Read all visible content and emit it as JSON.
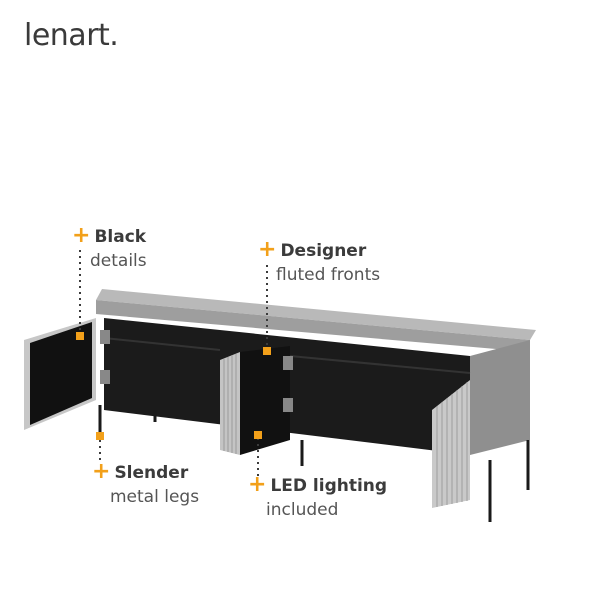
{
  "brand": {
    "name": "lenart",
    "suffix": "."
  },
  "accent_color": "#f2a01a",
  "callouts": [
    {
      "plus": "+",
      "title": "Black",
      "subtitle": "details"
    },
    {
      "plus": "+",
      "title": "Designer",
      "subtitle": "fluted fronts"
    },
    {
      "plus": "+",
      "title": "Slender",
      "subtitle": "metal legs"
    },
    {
      "plus": "+",
      "title": "LED lighting",
      "subtitle": "included"
    }
  ]
}
